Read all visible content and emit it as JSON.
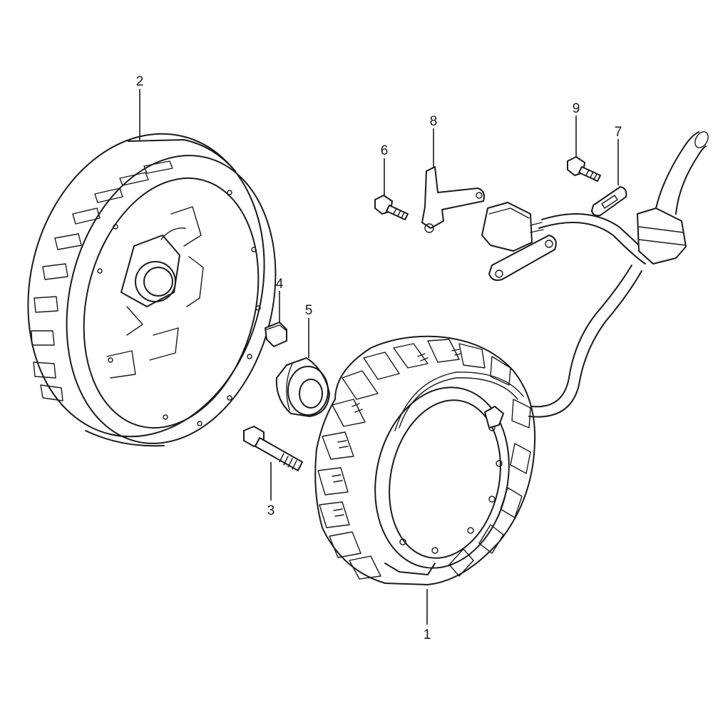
{
  "diagram": {
    "type": "exploded-parts-diagram",
    "callouts": [
      "1",
      "2",
      "3",
      "4",
      "5",
      "6",
      "7",
      "8",
      "9"
    ]
  },
  "parts": [
    {
      "number": "1",
      "icon": "stator-coil-icon"
    },
    {
      "number": "2",
      "icon": "flywheel-rotor-icon"
    },
    {
      "number": "3",
      "icon": "bolt-icon"
    },
    {
      "number": "4",
      "icon": "key-icon"
    },
    {
      "number": "5",
      "icon": "bushing-icon"
    },
    {
      "number": "6",
      "icon": "screw-icon"
    },
    {
      "number": "7",
      "icon": "clamp-plate-icon"
    },
    {
      "number": "8",
      "icon": "sensor-bracket-icon"
    },
    {
      "number": "9",
      "icon": "screw-icon"
    }
  ]
}
